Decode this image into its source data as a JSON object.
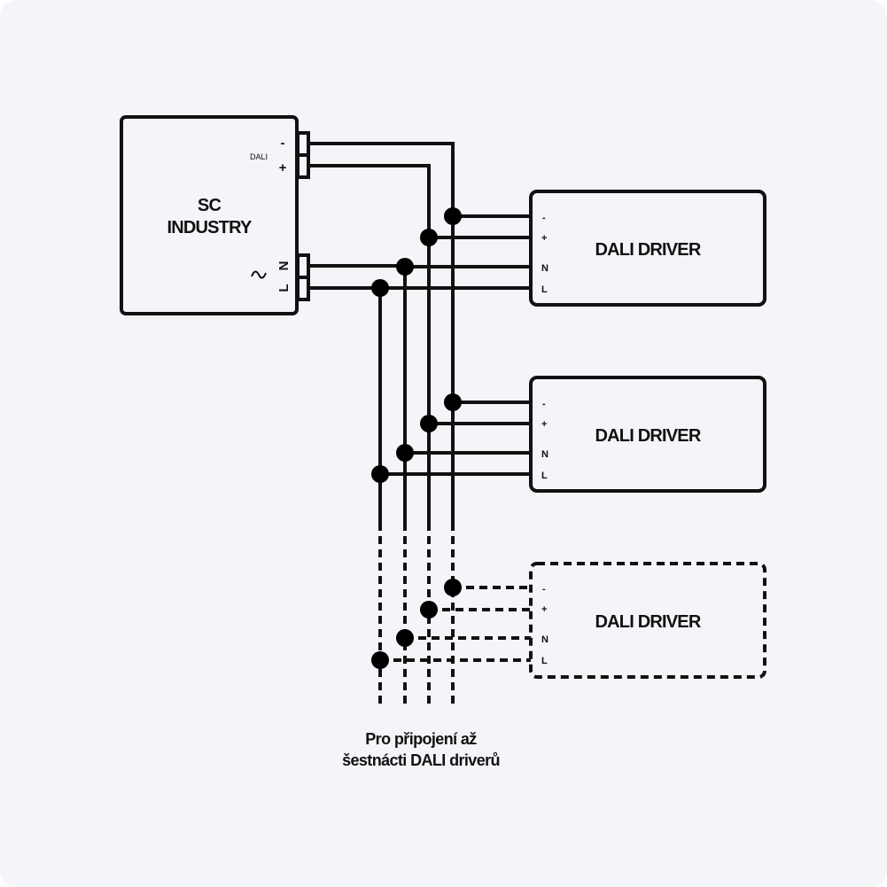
{
  "controller": {
    "title_line1": "SC",
    "title_line2": "INDUSTRY",
    "dali_label": "DALI",
    "dali_minus": "-",
    "dali_plus": "+",
    "mains_symbol": "~",
    "mains_n": "N",
    "mains_l": "L"
  },
  "drivers": [
    {
      "label": "DALI DRIVER",
      "pins": [
        "-",
        "+",
        "N",
        "L"
      ],
      "style": "solid"
    },
    {
      "label": "DALI DRIVER",
      "pins": [
        "-",
        "+",
        "N",
        "L"
      ],
      "style": "solid"
    },
    {
      "label": "DALI DRIVER",
      "pins": [
        "-",
        "+",
        "N",
        "L"
      ],
      "style": "dashed"
    }
  ],
  "note": {
    "line1": "Pro připojení až",
    "line2": "šestnácti DALI driverů"
  },
  "colors": {
    "line": "#111111",
    "background": "#f4f5f9"
  }
}
